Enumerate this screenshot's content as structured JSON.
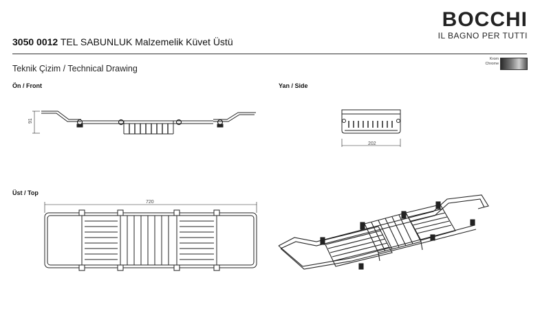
{
  "brand": {
    "name": "BOCCHI",
    "tagline": "IL BAGNO PER TUTTI"
  },
  "product": {
    "code": "3050 0012",
    "name": "TEL SABUNLUK Malzemelik Küvet Üstü"
  },
  "document": {
    "subtitle": "Teknik Çizim / Technical Drawing"
  },
  "finish": {
    "label_tr": "Krom",
    "label_en": "Chrome"
  },
  "views": {
    "front": {
      "label": "Ön / Front",
      "height_dim": "91"
    },
    "side": {
      "label": "Yan / Side",
      "width_dim": "202"
    },
    "top": {
      "label": "Üst / Top",
      "length_dim": "720"
    }
  }
}
